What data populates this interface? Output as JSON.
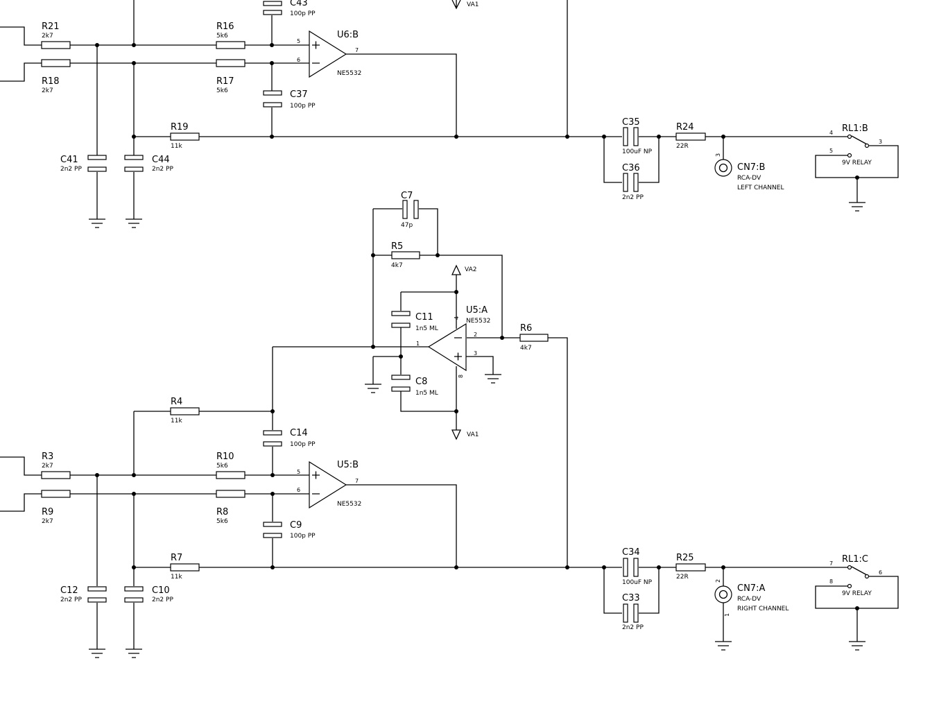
{
  "parts": {
    "R21": {
      "ref": "R21",
      "val": "2k7"
    },
    "R16": {
      "ref": "R16",
      "val": "5k6"
    },
    "C43": {
      "ref": "C43",
      "val": "100p PP"
    },
    "U6B": {
      "ref": "U6:B",
      "val": "NE5532"
    },
    "R18": {
      "ref": "R18",
      "val": "2k7"
    },
    "R17": {
      "ref": "R17",
      "val": "5k6"
    },
    "C37": {
      "ref": "C37",
      "val": "100p PP"
    },
    "R19": {
      "ref": "R19",
      "val": "11k"
    },
    "C41": {
      "ref": "C41",
      "val": "2n2 PP"
    },
    "C44": {
      "ref": "C44",
      "val": "2n2 PP"
    },
    "C35": {
      "ref": "C35",
      "val": "100uF NP"
    },
    "C36": {
      "ref": "C36",
      "val": "2n2 PP"
    },
    "R24": {
      "ref": "R24",
      "val": "22R"
    },
    "CN7B": {
      "ref": "CN7:B",
      "val": "RCA-DV",
      "desc": "LEFT CHANNEL"
    },
    "RL1B": {
      "ref": "RL1:B",
      "val": "9V RELAY"
    },
    "C7": {
      "ref": "C7",
      "val": "47p"
    },
    "R5": {
      "ref": "R5",
      "val": "4k7"
    },
    "U5A": {
      "ref": "U5:A",
      "val": "NE5532"
    },
    "C11": {
      "ref": "C11",
      "val": "1n5 ML"
    },
    "C8": {
      "ref": "C8",
      "val": "1n5 ML"
    },
    "R6": {
      "ref": "R6",
      "val": "4k7"
    },
    "R4": {
      "ref": "R4",
      "val": "11k"
    },
    "C14": {
      "ref": "C14",
      "val": "100p PP"
    },
    "U5B": {
      "ref": "U5:B",
      "val": "NE5532"
    },
    "R3": {
      "ref": "R3",
      "val": "2k7"
    },
    "R10": {
      "ref": "R10",
      "val": "5k6"
    },
    "R9": {
      "ref": "R9",
      "val": "2k7"
    },
    "R8": {
      "ref": "R8",
      "val": "5k6"
    },
    "C9": {
      "ref": "C9",
      "val": "100p PP"
    },
    "R7": {
      "ref": "R7",
      "val": "11k"
    },
    "C12": {
      "ref": "C12",
      "val": "2n2 PP"
    },
    "C10": {
      "ref": "C10",
      "val": "2n2 PP"
    },
    "C34": {
      "ref": "C34",
      "val": "100uF NP"
    },
    "C33": {
      "ref": "C33",
      "val": "2n2 PP"
    },
    "R25": {
      "ref": "R25",
      "val": "22R"
    },
    "CN7A": {
      "ref": "CN7:A",
      "val": "RCA-DV",
      "desc": "RIGHT CHANNEL"
    },
    "RL1C": {
      "ref": "RL1:C",
      "val": "9V RELAY"
    }
  },
  "nets": {
    "va1": "VA1",
    "va2": "VA2"
  },
  "pins": {
    "one": "1",
    "two": "2",
    "three": "3",
    "four": "4",
    "five": "5",
    "six": "6",
    "seven": "7",
    "eight": "8"
  }
}
